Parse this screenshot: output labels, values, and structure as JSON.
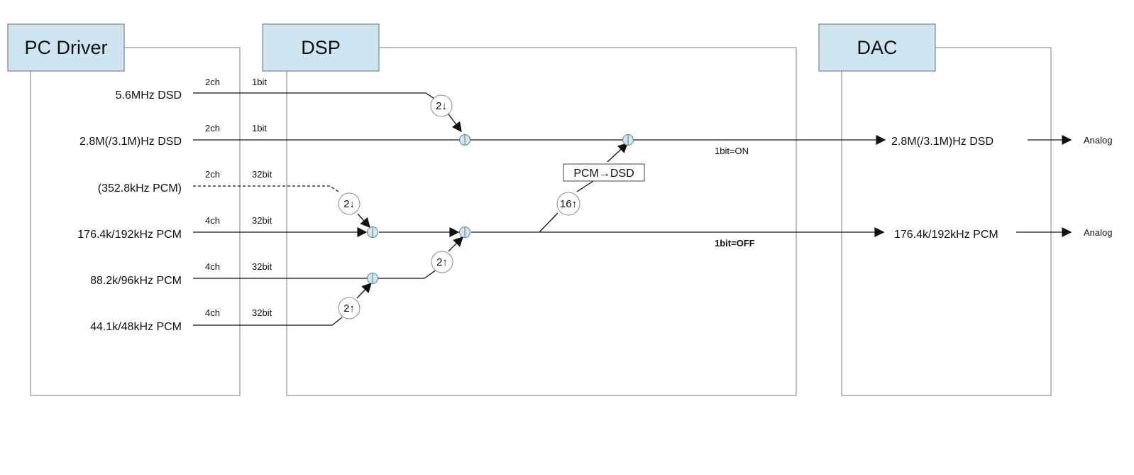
{
  "blocks": {
    "pc_driver": "PC Driver",
    "dsp": "DSP",
    "dac": "DAC"
  },
  "inputs": [
    {
      "label": "5.6MHz DSD",
      "channels": "2ch",
      "bits": "1bit"
    },
    {
      "label": "2.8M(/3.1M)Hz DSD",
      "channels": "2ch",
      "bits": "1bit"
    },
    {
      "label": "(352.8kHz PCM)",
      "channels": "2ch",
      "bits": "32bit"
    },
    {
      "label": "176.4k/192kHz PCM",
      "channels": "4ch",
      "bits": "32bit"
    },
    {
      "label": "88.2k/96kHz PCM",
      "channels": "4ch",
      "bits": "32bit"
    },
    {
      "label": "44.1k/48kHz PCM",
      "channels": "4ch",
      "bits": "32bit"
    }
  ],
  "resamplers": {
    "down_dsd": "2↓",
    "down_pcm": "2↓",
    "up_88": "2↑",
    "up_44": "2↑",
    "up_16": "16↑"
  },
  "converter": "PCM→DSD",
  "modes": {
    "on": "1bit=ON",
    "off": "1bit=OFF"
  },
  "dac_inputs": {
    "dsd": "2.8M(/3.1M)Hz DSD",
    "pcm": "176.4k/192kHz PCM"
  },
  "outputs": {
    "analog_dsd": "Analog",
    "analog_pcm": "Analog"
  }
}
